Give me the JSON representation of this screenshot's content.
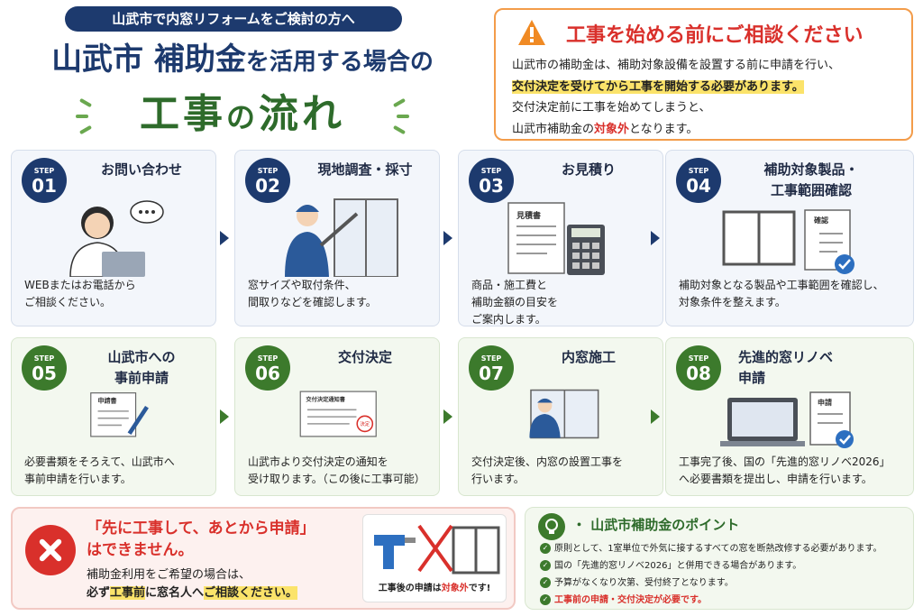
{
  "header": {
    "tag": "山武市で内窓リフォームをご検討の方へ",
    "title_a": "山武市 補助金",
    "title_b": "を活用する場合の",
    "sub_a": "工事",
    "sub_b": "の",
    "sub_c": "流れ"
  },
  "notice": {
    "title": "工事を始める前にご相談ください",
    "line1": "山武市の補助金は、補助対象設備を設置する前に申請を行い、",
    "line2": "交付決定を受けてから工事を開始する必要があります。",
    "line3": "交付決定前に工事を始めてしまうと、",
    "line4a": "山武市補助金の",
    "line4b": "対象外",
    "line4c": "となります。"
  },
  "steps": [
    {
      "label": "STEP",
      "num": "01",
      "title": "お問い合わせ",
      "desc": "WEBまたはお電話から\nご相談ください。"
    },
    {
      "label": "STEP",
      "num": "02",
      "title": "現地調査・採寸",
      "desc": "窓サイズや取付条件、\n間取りなどを確認します。"
    },
    {
      "label": "STEP",
      "num": "03",
      "title": "お見積り",
      "desc": "商品・施工費と\n補助金額の目安を\nご案内します。",
      "doc": "見積書"
    },
    {
      "label": "STEP",
      "num": "04",
      "title": "補助対象製品・\n工事範囲確認",
      "desc": "補助対象となる製品や工事範囲を確認し、\n対象条件を整えます。",
      "doc": "確認"
    },
    {
      "label": "STEP",
      "num": "05",
      "title": "山武市への\n事前申請",
      "desc": "必要書類をそろえて、山武市へ\n事前申請を行います。",
      "doc": "申請書"
    },
    {
      "label": "STEP",
      "num": "06",
      "title": "交付決定",
      "desc": "山武市より交付決定の通知を\n受け取ります。（この後に工事可能）",
      "doc": "交付決定通知書",
      "stamp": "決定"
    },
    {
      "label": "STEP",
      "num": "07",
      "title": "内窓施工",
      "desc": "交付決定後、内窓の設置工事を\n行います。"
    },
    {
      "label": "STEP",
      "num": "08",
      "title": "先進的窓リノベ\n申請",
      "desc": "工事完了後、国の「先進的窓リノベ2026」\nへ必要書類を提出し、申請を行います。",
      "doc": "申請"
    }
  ],
  "warning": {
    "title": "「先に工事して、あとから申請」\nはできません。",
    "body1": "補助金利用をご希望の場合は、",
    "body2a": "必ず",
    "body2b": "工事前",
    "body2c": "に窓名人へ",
    "body2d": "ご相談ください。",
    "caption_a": "工事後の申請は",
    "caption_b": "対象外",
    "caption_c": "です!"
  },
  "points": {
    "title": "・ 山武市補助金のポイント",
    "items": [
      "原則として、1室単位で外気に接するすべての窓を断熱改修する必要があります。",
      "国の「先進的窓リノベ2026」と併用できる場合があります。",
      "予算がなくなり次第、受付終了となります。",
      "工事前の申請・交付決定が必要です。"
    ]
  },
  "colors": {
    "navy": "#1d3a6e",
    "green": "#3c7a2c",
    "red": "#d9302b",
    "orange": "#f39c4a",
    "highlight": "#fbe36a"
  }
}
